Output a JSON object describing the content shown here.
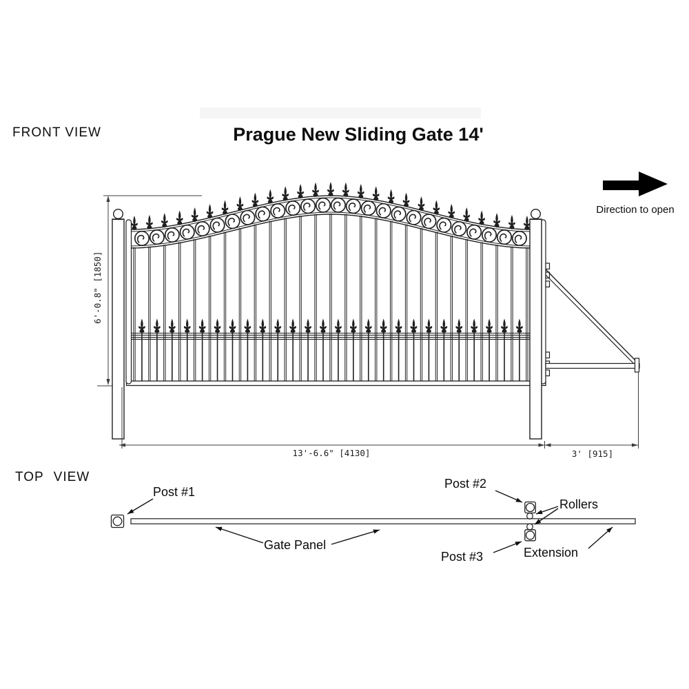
{
  "title": "Prague New Sliding Gate 14'",
  "front_view": {
    "section_label": "FRONT VIEW",
    "direction_label": "Direction to open",
    "dimensions": {
      "height": "6'-0.8\" [1850]",
      "width": "13'-6.6\" [4130]",
      "extension": "3' [915]"
    }
  },
  "top_view": {
    "section_label": "TOP VIEW",
    "labels": {
      "post1": "Post #1",
      "post2": "Post #2",
      "post3": "Post #3",
      "rollers": "Rollers",
      "gate_panel": "Gate Panel",
      "extension": "Extension"
    }
  },
  "colors": {
    "line": "#1f1f1f",
    "dim_line": "#3d3d3d",
    "background": "#ffffff",
    "faint_band": "#f5f5f5"
  },
  "drawing": {
    "arch_spear_count": 27,
    "scroll_circle_count": 26,
    "main_bar_count": 27,
    "picket_count": 26,
    "roller_nub_rows": 3
  }
}
